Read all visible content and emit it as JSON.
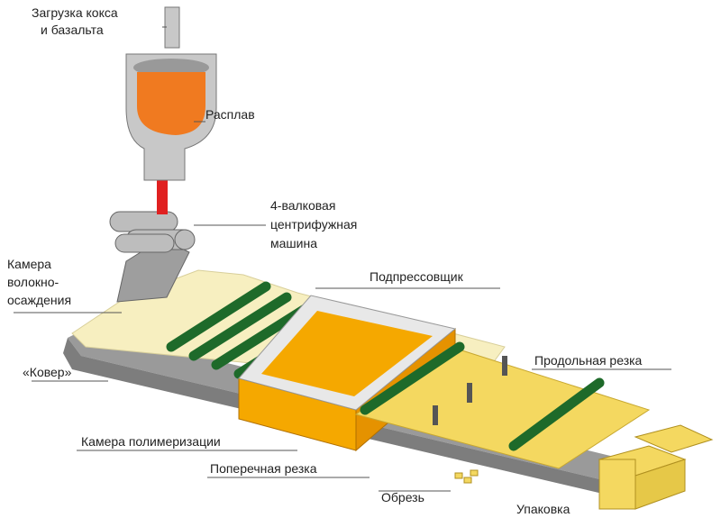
{
  "labels": {
    "loading_1": "Загрузка кокса",
    "loading_2": "и базальта",
    "melt": "Расплав",
    "machine_1": "4-валковая",
    "machine_2": "центрифужная",
    "machine_3": "машина",
    "chamber_1": "Камера",
    "chamber_2": "волокно-",
    "chamber_3": "осаждения",
    "press": "Подпрессовщик",
    "carpet": "«Ковер»",
    "long_cut": "Продольная резка",
    "poly": "Камера полимеризации",
    "cross_cut": "Поперечная резка",
    "trim": "Обрезь",
    "pack": "Упаковка"
  },
  "colors": {
    "melt": "#f07a20",
    "stream": "#e02020",
    "roller_green": "#1e6a2a",
    "wool": "#f7efc0",
    "slab": "#f4d860",
    "chamber": "#f5a800",
    "steel": "#b8b8b8"
  }
}
